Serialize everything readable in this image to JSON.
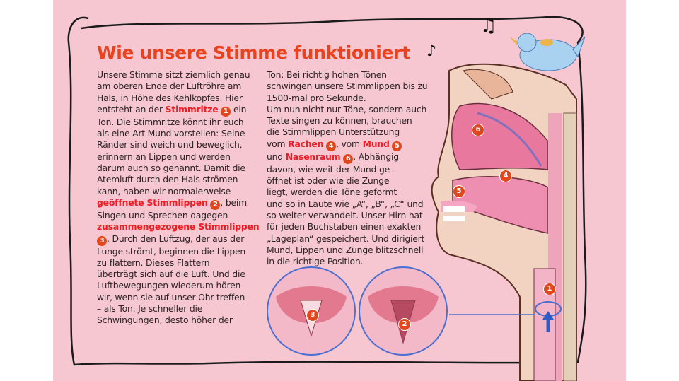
{
  "title": "Wie unsere Stimme funktioniert",
  "colors": {
    "panel": "#f6c7d1",
    "title": "#e8431e",
    "highlight": "#ee1c24",
    "badge": "#e2461b"
  },
  "left_column": [
    [
      {
        "t": "Unsere Stimme sitzt ziemlich genau"
      }
    ],
    [
      {
        "t": "am oberen Ende der Luftröhre am"
      }
    ],
    [
      {
        "t": "Hals, in Höhe des Kehlkopfes. Hier"
      }
    ],
    [
      {
        "t": "entsteht an der "
      },
      {
        "t": "Stimmritze",
        "k": "hl"
      },
      {
        "t": " "
      },
      {
        "t": "1",
        "k": "num"
      },
      {
        "t": " ein"
      }
    ],
    [
      {
        "t": "Ton. Die Stimmritze könnt ihr euch"
      }
    ],
    [
      {
        "t": "als eine Art Mund vorstellen: Seine"
      }
    ],
    [
      {
        "t": "Ränder sind weich und beweglich,"
      }
    ],
    [
      {
        "t": "erinnern an Lippen und werden"
      }
    ],
    [
      {
        "t": "darum auch so genannt. Damit die"
      }
    ],
    [
      {
        "t": "Atemluft durch den Hals strömen"
      }
    ],
    [
      {
        "t": "kann, haben wir normalerweise"
      }
    ],
    [
      {
        "t": "geöffnete Stimmlippen",
        "k": "hl"
      },
      {
        "t": " "
      },
      {
        "t": "2",
        "k": "num"
      },
      {
        "t": ", beim"
      }
    ],
    [
      {
        "t": "Singen und Sprechen dagegen"
      }
    ],
    [
      {
        "t": "zusammengezogene Stimmlippen",
        "k": "hl"
      }
    ],
    [
      {
        "t": "3",
        "k": "num"
      },
      {
        "t": ". Durch den Luftzug, der aus der"
      }
    ],
    [
      {
        "t": "Lunge strömt, beginnen die Lippen"
      }
    ],
    [
      {
        "t": "zu flattern. Dieses Flattern"
      }
    ],
    [
      {
        "t": "überträgt sich auf die Luft. Und die"
      }
    ],
    [
      {
        "t": "Luftbewegungen wiederum hören"
      }
    ],
    [
      {
        "t": "wir, wenn sie auf unser Ohr treffen"
      }
    ],
    [
      {
        "t": "– als Ton. Je schneller die"
      }
    ],
    [
      {
        "t": "Schwingungen, desto höher der"
      }
    ]
  ],
  "right_column": [
    [
      {
        "t": "Ton: Bei richtig hohen Tönen"
      }
    ],
    [
      {
        "t": "schwingen unsere Stimmlippen bis zu"
      }
    ],
    [
      {
        "t": "1500-mal pro Sekunde."
      }
    ],
    [
      {
        "t": "Um nun nicht nur Töne, sondern auch"
      }
    ],
    [
      {
        "t": "Texte singen zu können, brauchen"
      }
    ],
    [
      {
        "t": "die Stimmlippen Unterstützung"
      }
    ],
    [
      {
        "t": "vom "
      },
      {
        "t": "Rachen",
        "k": "hl"
      },
      {
        "t": " "
      },
      {
        "t": "4",
        "k": "num"
      },
      {
        "t": ", vom "
      },
      {
        "t": "Mund",
        "k": "hl"
      },
      {
        "t": " "
      },
      {
        "t": "5",
        "k": "num"
      }
    ],
    [
      {
        "t": "und "
      },
      {
        "t": "Nasenraum",
        "k": "hl"
      },
      {
        "t": " "
      },
      {
        "t": "6",
        "k": "num"
      },
      {
        "t": ". Abhängig"
      }
    ],
    [
      {
        "t": "davon, wie weit der Mund ge-"
      }
    ],
    [
      {
        "t": "öffnet ist oder wie die Zunge"
      }
    ],
    [
      {
        "t": "liegt, werden die Töne geformt"
      }
    ],
    [
      {
        "t": "und so in Laute wie „A“, „B“, „C“ und"
      }
    ],
    [
      {
        "t": "so weiter verwandelt. Unser Hirn hat"
      }
    ],
    [
      {
        "t": "für jeden Buchstaben einen exakten"
      }
    ],
    [
      {
        "t": "„Lageplan“ gespeichert. Und dirigiert"
      }
    ],
    [
      {
        "t": "Mund, Lippen und Zunge blitzschnell"
      }
    ],
    [
      {
        "t": "in die richtige Position."
      }
    ]
  ],
  "diagram_badges": {
    "nasal": "6",
    "pharynx": "4",
    "mouth": "5",
    "glottis": "1",
    "open_cords": "2",
    "closed_cords": "3"
  },
  "decorations": {
    "notes": [
      "♫",
      "♪"
    ],
    "bird": "bluebird-icon"
  }
}
